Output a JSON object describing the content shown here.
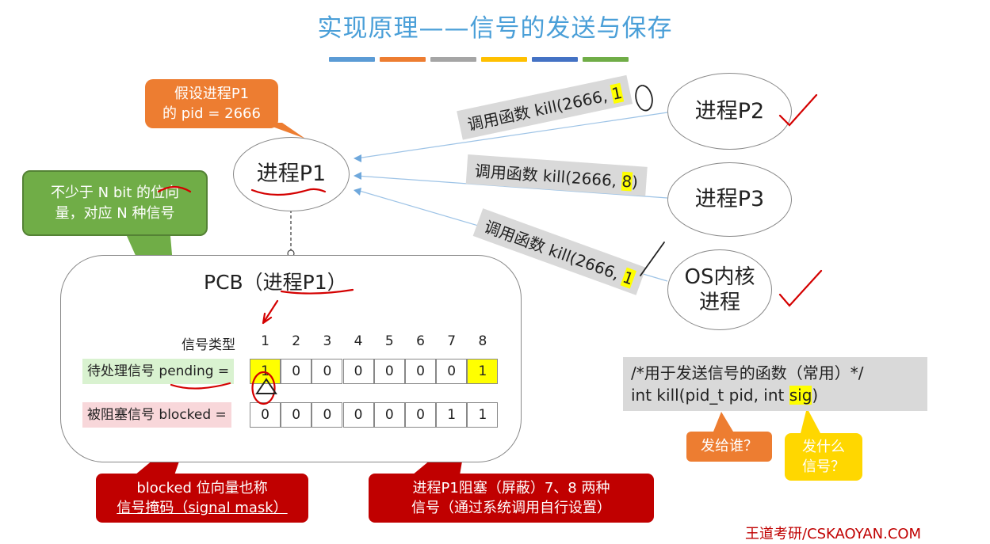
{
  "title": "实现原理——信号的发送与保存",
  "color_bars": [
    "#5b9bd5",
    "#ed7d31",
    "#a5a5a5",
    "#ffc000",
    "#4472c4",
    "#70ad47"
  ],
  "processes": {
    "p1": "进程P1",
    "p2": "进程P2",
    "p3": "进程P3",
    "os_line1": "OS内核",
    "os_line2": "进程"
  },
  "callouts": {
    "pid_line1": "假设进程P1",
    "pid_line2": "的 pid = 2666",
    "bitvec_line1": "不少于 N bit 的位向",
    "bitvec_line2": "量，对应 N 种信号",
    "blocked_line1": "blocked 位向量也称",
    "blocked_line2": "信号掩码（signal mask）",
    "p1block_line1": "进程P1阻塞（屏蔽）7、8 两种",
    "p1block_line2": "信号（通过系统调用自行设置）",
    "who": "发给谁？",
    "what_line1": "发什么",
    "what_line2": "信号？"
  },
  "kill_calls": [
    {
      "prefix": "调用函数 kill(2666, ",
      "sig": "1",
      "suffix": ""
    },
    {
      "prefix": "调用函数 kill(2666, ",
      "sig": "8",
      "suffix": ")"
    },
    {
      "prefix": "调用函数 kill(2666, ",
      "sig": "1",
      "suffix": ""
    }
  ],
  "pcb": {
    "title": "PCB（进程P1）",
    "signal_type_label": "信号类型",
    "signal_numbers": [
      "1",
      "2",
      "3",
      "4",
      "5",
      "6",
      "7",
      "8"
    ],
    "pending_label": "待处理信号 pending =",
    "pending": [
      "1",
      "0",
      "0",
      "0",
      "0",
      "0",
      "0",
      "1"
    ],
    "blocked_label": "被阻塞信号 blocked =",
    "blocked": [
      "0",
      "0",
      "0",
      "0",
      "0",
      "0",
      "1",
      "1"
    ]
  },
  "code": {
    "comment": "/*用于发送信号的函数（常用）*/",
    "signature_prefix": "int kill(pid_t pid, int ",
    "signature_sig": "sig",
    "signature_suffix": ")"
  },
  "footer": "王道考研/CSKAOYAN.COM"
}
